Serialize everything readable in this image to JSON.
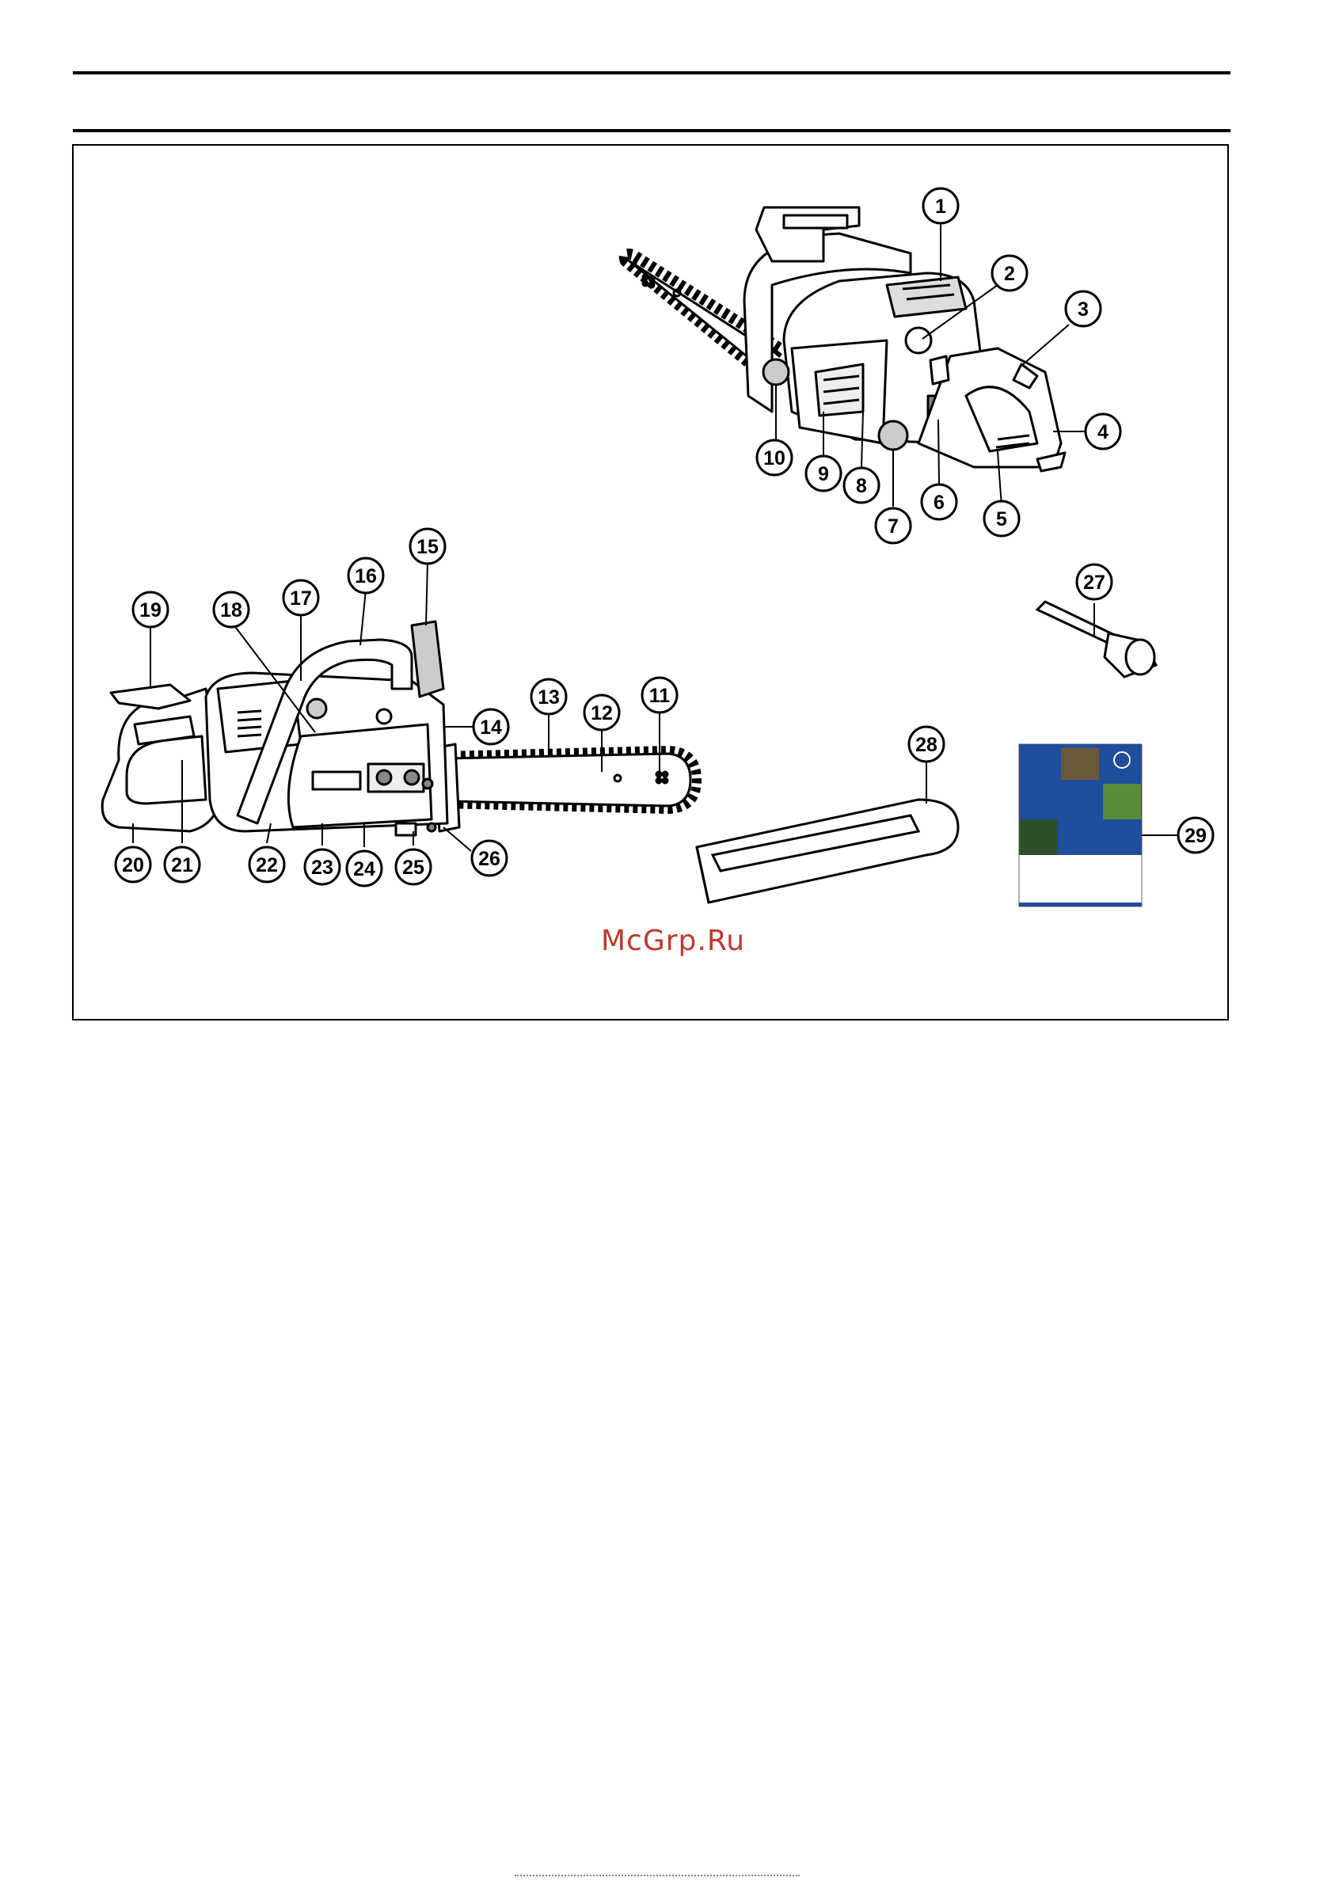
{
  "figure": {
    "watermark": "McGrp.Ru",
    "callouts": [
      "1",
      "2",
      "3",
      "4",
      "5",
      "6",
      "7",
      "8",
      "9",
      "10",
      "11",
      "12",
      "13",
      "14",
      "15",
      "16",
      "17",
      "18",
      "19",
      "20",
      "21",
      "22",
      "23",
      "24",
      "25",
      "26",
      "27",
      "28",
      "29"
    ]
  },
  "colors": {
    "manual_cover_blue": "#1f4e9c",
    "watermark_red": "#c0392b"
  }
}
